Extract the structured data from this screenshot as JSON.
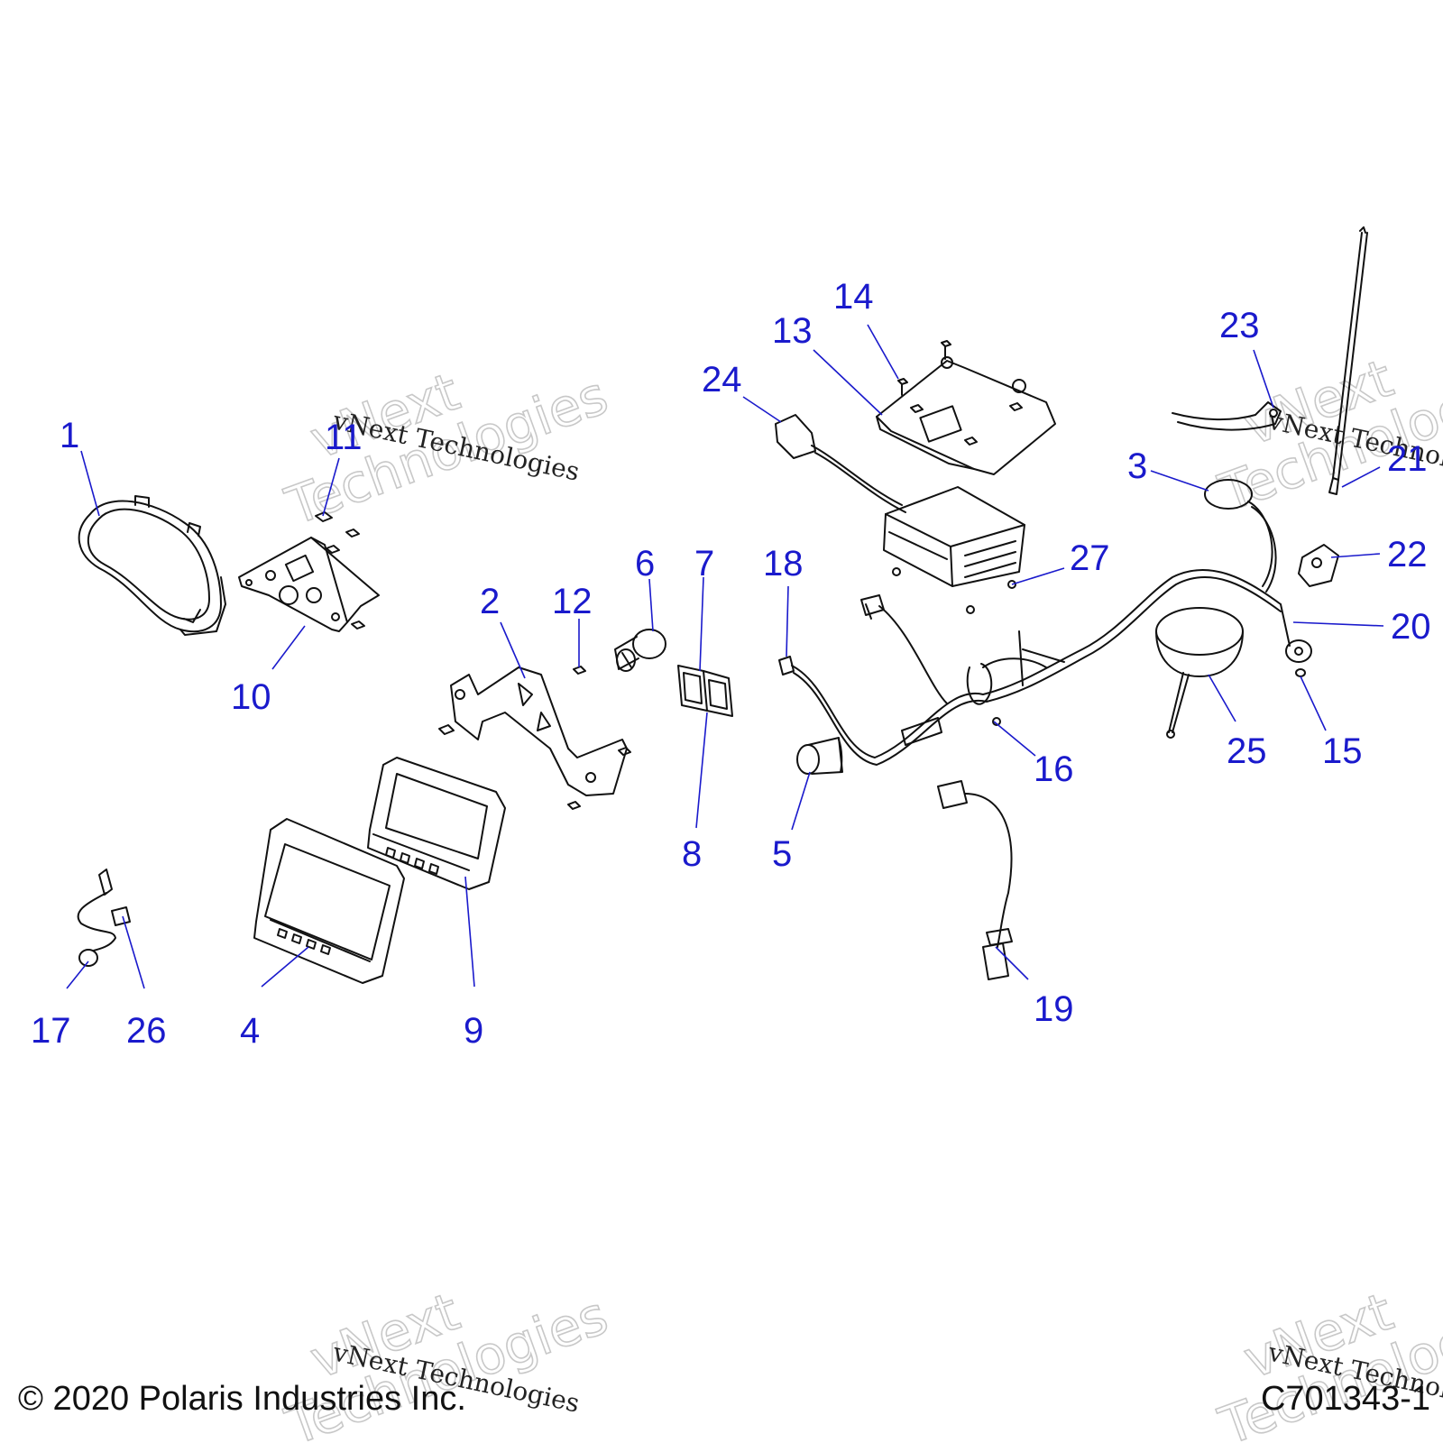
{
  "diagram": {
    "callouts": [
      {
        "id": "1",
        "label": "1"
      },
      {
        "id": "2",
        "label": "2"
      },
      {
        "id": "3",
        "label": "3"
      },
      {
        "id": "4",
        "label": "4"
      },
      {
        "id": "5",
        "label": "5"
      },
      {
        "id": "6",
        "label": "6"
      },
      {
        "id": "7",
        "label": "7"
      },
      {
        "id": "8",
        "label": "8"
      },
      {
        "id": "9",
        "label": "9"
      },
      {
        "id": "10",
        "label": "10"
      },
      {
        "id": "11",
        "label": "11"
      },
      {
        "id": "12",
        "label": "12"
      },
      {
        "id": "13",
        "label": "13"
      },
      {
        "id": "14",
        "label": "14"
      },
      {
        "id": "15",
        "label": "15"
      },
      {
        "id": "16",
        "label": "16"
      },
      {
        "id": "17",
        "label": "17"
      },
      {
        "id": "18",
        "label": "18"
      },
      {
        "id": "19",
        "label": "19"
      },
      {
        "id": "20",
        "label": "20"
      },
      {
        "id": "21",
        "label": "21"
      },
      {
        "id": "22",
        "label": "22"
      },
      {
        "id": "23",
        "label": "23"
      },
      {
        "id": "24",
        "label": "24"
      },
      {
        "id": "25",
        "label": "25"
      },
      {
        "id": "26",
        "label": "26"
      },
      {
        "id": "27",
        "label": "27"
      }
    ],
    "colors": {
      "callout": "#1a1acc",
      "linework": "#111111",
      "watermark_ghost": "#c8c8c8"
    }
  },
  "watermarks": [
    {
      "id": "wm1",
      "ghost_line1": "vNext",
      "ghost_line2": "Technologies",
      "mono": "vNext Technologies"
    },
    {
      "id": "wm2",
      "ghost_line1": "vNext",
      "ghost_line2": "Technologies",
      "mono": "vNext Technologies"
    },
    {
      "id": "wm3",
      "ghost_line1": "vNext",
      "ghost_line2": "Technologies",
      "mono": "vNext Technologies"
    },
    {
      "id": "wm4",
      "ghost_line1": "vNext",
      "ghost_line2": "Technologies",
      "mono": "vNext Technologies"
    }
  ],
  "footer": {
    "copyright": "© 2020 Polaris Industries Inc.",
    "drawing_code": "C701343-1"
  }
}
